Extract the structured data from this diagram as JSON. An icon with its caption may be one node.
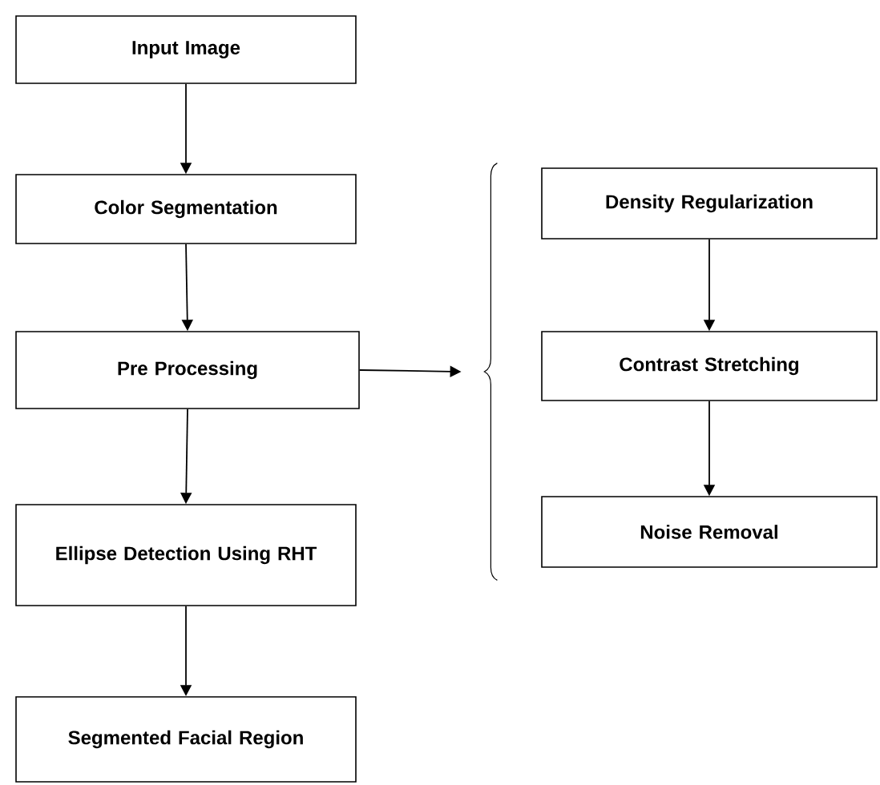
{
  "diagram": {
    "nodes": [
      {
        "text": [
          "Input Image"
        ]
      },
      {
        "text": [
          "Color Segmentation"
        ]
      },
      {
        "text": [
          "Pre Processing"
        ]
      },
      {
        "text": [
          "Ellipse Detection Using RHT"
        ]
      },
      {
        "text": [
          "Segmented Facial Region"
        ]
      },
      {
        "text": [],
        "shape": "brace"
      },
      {
        "text": [
          "Density Regularization"
        ]
      },
      {
        "text": [
          "Contrast Stretching"
        ]
      },
      {
        "text": [
          "Noise Removal"
        ]
      }
    ],
    "edges": [
      {
        "from": 0,
        "to": 1,
        "arrow": "to"
      },
      {
        "from": 1,
        "to": 2,
        "arrow": "to"
      },
      {
        "from": 2,
        "to": 3,
        "arrow": "to"
      },
      {
        "from": 3,
        "to": 4,
        "arrow": "to"
      },
      {
        "from": 2,
        "to": 5,
        "arrow": "to"
      },
      {
        "from": 6,
        "to": 7,
        "arrow": "to"
      },
      {
        "from": 7,
        "to": 8,
        "arrow": "to"
      }
    ]
  }
}
